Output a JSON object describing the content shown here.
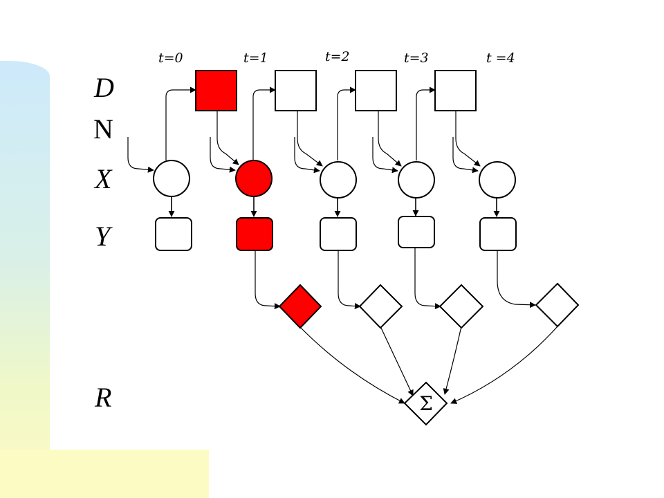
{
  "time_labels": [
    "t=0",
    "t=1",
    "t=2",
    "t=3",
    "t =4"
  ],
  "row_labels": {
    "d": "D",
    "n": "N",
    "x": "X",
    "y": "Y",
    "r": "R"
  },
  "sum_symbol": "Σ",
  "highlighted_step": "t=1",
  "colors": {
    "highlight": "#ff0000",
    "node_fill": "#ffffff",
    "stroke": "#000000"
  }
}
